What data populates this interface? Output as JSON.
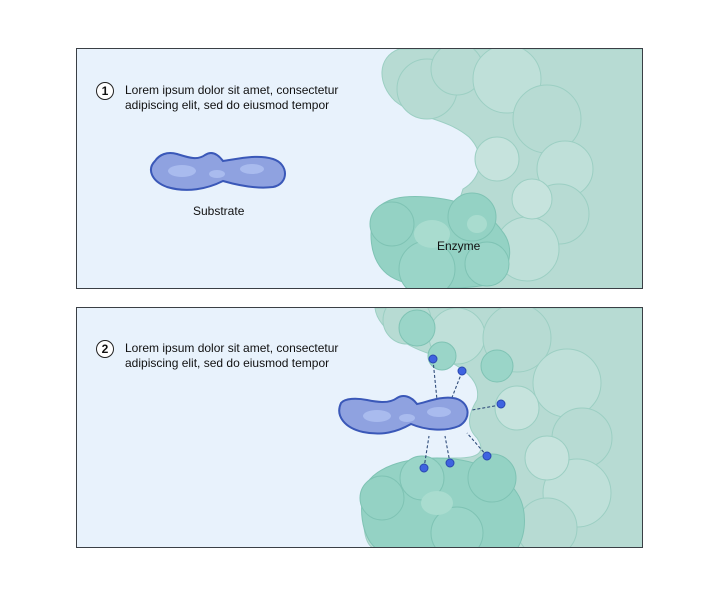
{
  "panels": [
    {
      "step": "1",
      "text": "Lorem ipsum dolor sit amet, consectetur adipiscing elit, sed do eiusmod tempor"
    },
    {
      "step": "2",
      "text": "Lorem ipsum dolor sit amet, consectetur adipiscing elit, sed do eiusmod tempor"
    }
  ],
  "labels": {
    "substrate": "Substrate",
    "enzyme": "Enzyme"
  },
  "colors": {
    "panel_bg": "#e8f2fc",
    "enzyme_light": "#b7dbd3",
    "enzyme_dark": "#94d2c4",
    "enzyme_outline": "#8ec6b9",
    "substrate_fill": "#8fa2e0",
    "substrate_light": "#a9bbee",
    "substrate_outline": "#3a58b8",
    "bond_dot": "#3f63e0"
  }
}
